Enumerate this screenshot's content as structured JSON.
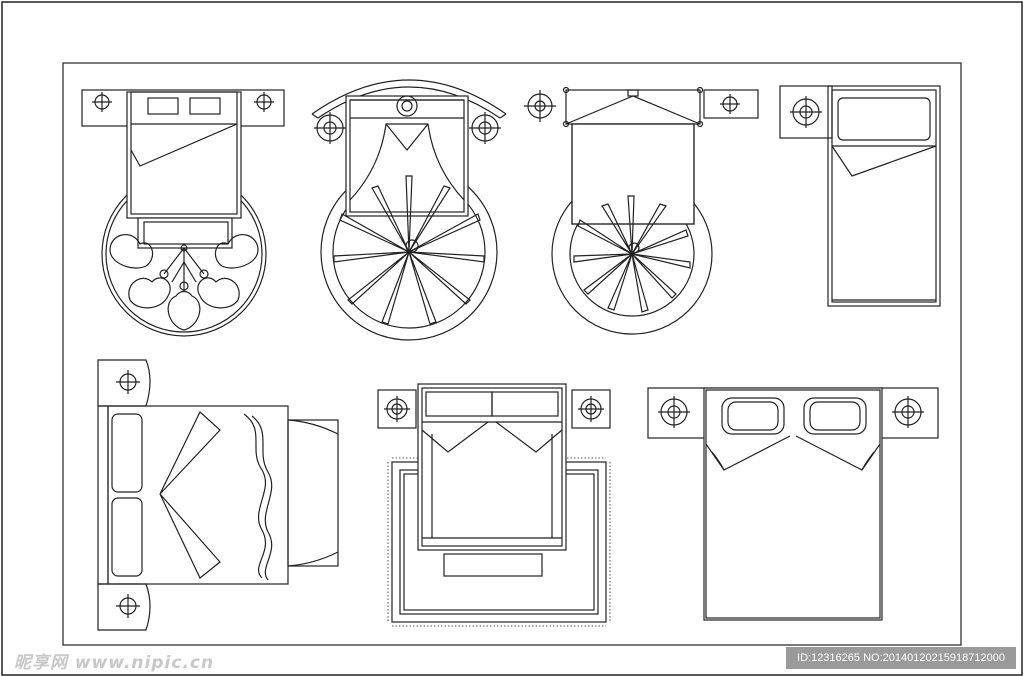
{
  "watermark": {
    "site": "昵享网 www.nipic.cn",
    "id_stamp": "ID:12316265 NO:20140120215918712000"
  },
  "colors": {
    "line": "#222222",
    "background": "#ffffff",
    "stamp_bg": "#9a9a9a",
    "watermark_text": "#c8c8c8"
  },
  "symbols": [
    {
      "name": "double-bed-with-lotus-rug"
    },
    {
      "name": "canopy-bed-with-round-rug"
    },
    {
      "name": "bed-with-round-starburst-rug"
    },
    {
      "name": "single-bed-with-nightstand"
    },
    {
      "name": "double-bed-with-footbench"
    },
    {
      "name": "bed-with-fringed-rug"
    },
    {
      "name": "double-bed-with-two-pillows"
    }
  ]
}
